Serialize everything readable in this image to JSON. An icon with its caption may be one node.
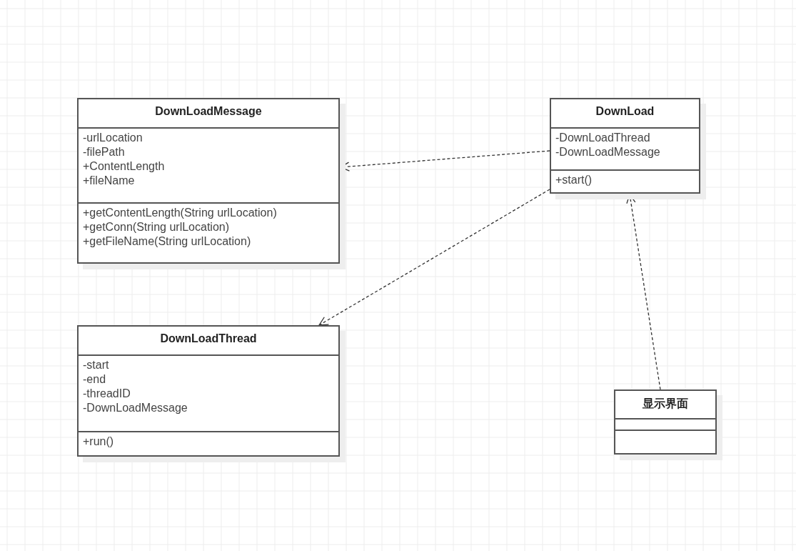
{
  "diagram": {
    "nodes": [
      {
        "text": [
          "DownLoadMessage"
        ]
      },
      {
        "text": [
          "-urlLocation",
          "-filePath",
          "+ContentLength",
          "+fileName"
        ],
        "in": 0
      },
      {
        "text": [
          "+getContentLength(String urlLocation)",
          "+getConn(String urlLocation)",
          "+getFileName(String urlLocation)"
        ],
        "in": 0
      },
      {
        "text": [
          "DownLoad"
        ]
      },
      {
        "text": [
          "-DownLoadThread",
          "-DownLoadMessage"
        ],
        "in": 3
      },
      {
        "text": [
          "+start()"
        ],
        "in": 3
      },
      {
        "text": [
          "DownLoadThread"
        ]
      },
      {
        "text": [
          "-start",
          "-end",
          "-threadID",
          "-DownLoadMessage"
        ],
        "in": 6
      },
      {
        "text": [
          "+run()"
        ],
        "in": 6
      },
      {
        "text": [
          "显示界面"
        ]
      },
      {
        "text": [],
        "shape": "box",
        "in": 9
      },
      {
        "text": [],
        "shape": "box",
        "in": 9
      }
    ],
    "edges": [
      {
        "from": 3,
        "to": 0,
        "arrow": "to",
        "style": "dashed"
      },
      {
        "from": 3,
        "to": 6,
        "arrow": "to",
        "style": "dashed"
      },
      {
        "from": 9,
        "to": 3,
        "arrow": "to",
        "style": "dashed"
      }
    ]
  }
}
